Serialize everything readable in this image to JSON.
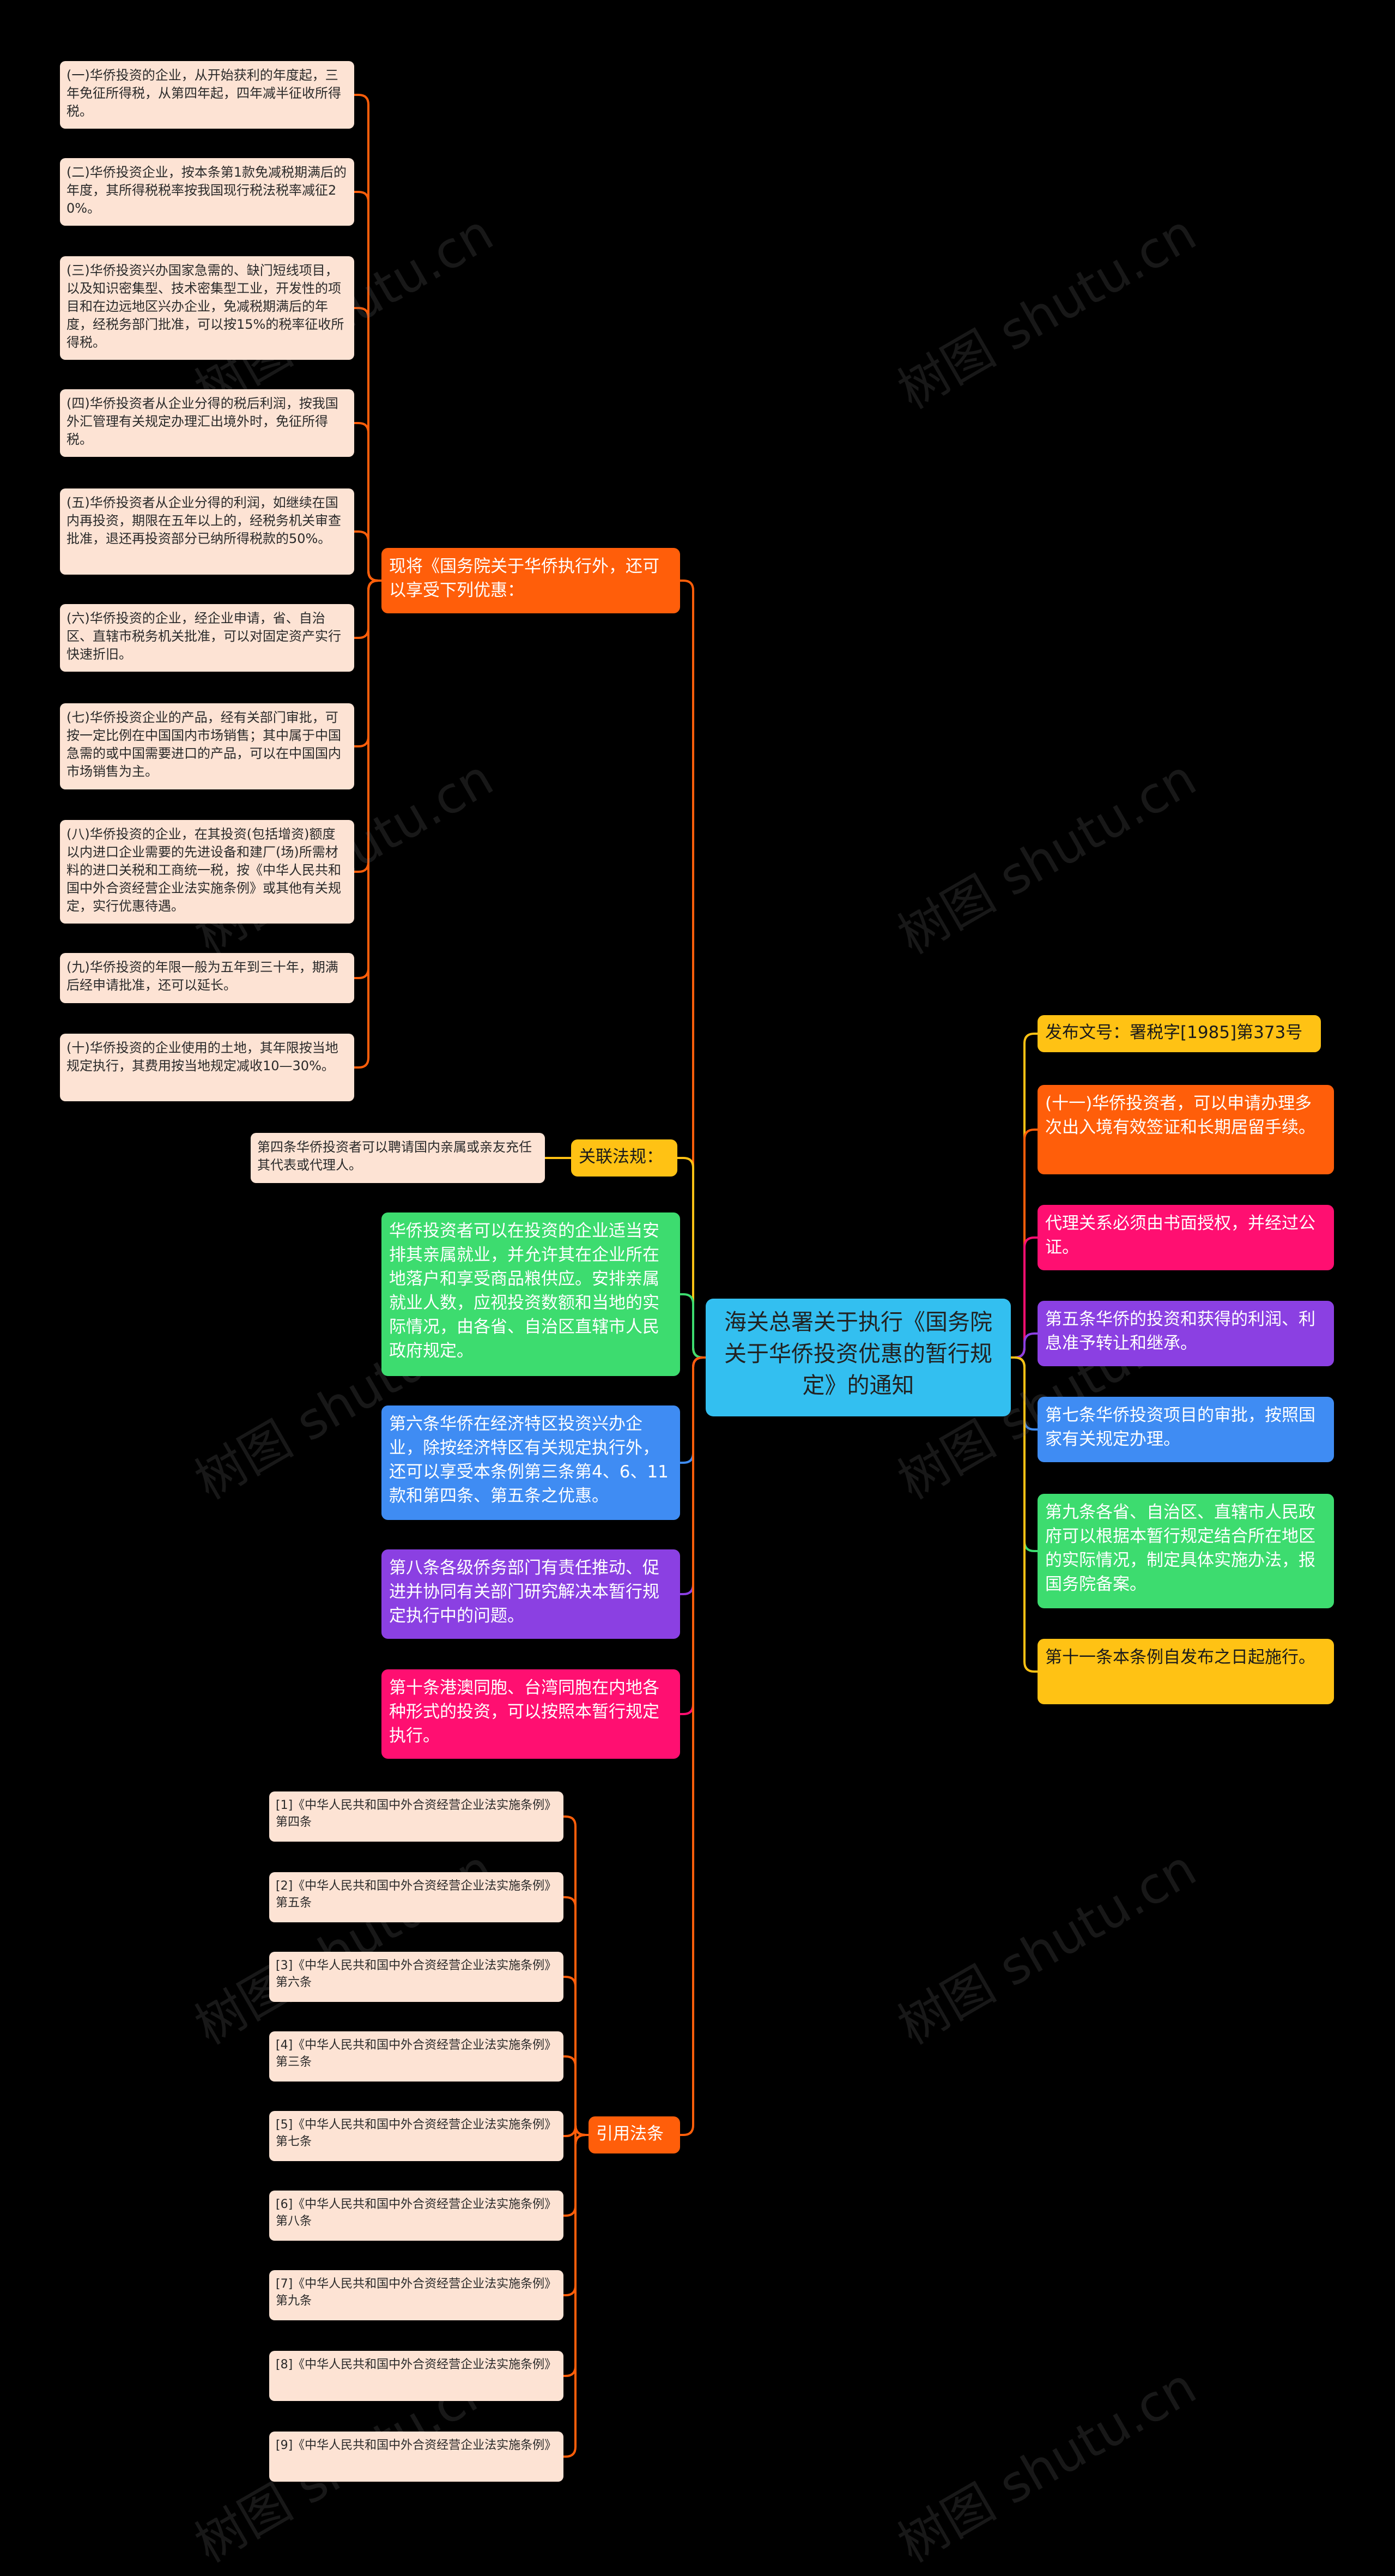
{
  "center": {
    "title": "海关总署关于执行《国务院关于华侨投资优惠的暂行规定》的通知",
    "color": "#33bff0"
  },
  "left": {
    "preferential": {
      "label": "现将《国务院关于华侨执行外，还可以享受下列优惠：",
      "color": "#ff5e0a",
      "items": [
        "(一)华侨投资的企业，从开始获利的年度起，三年免征所得税，从第四年起，四年减半征收所得税。",
        "(二)华侨投资企业，按本条第1款免减税期满后的年度，其所得税税率按我国现行税法税率减征20%。",
        "(三)华侨投资兴办国家急需的、缺门短线项目，以及知识密集型、技术密集型工业，开发性的项目和在边远地区兴办企业，免减税期满后的年度，经税务部门批准，可以按15%的税率征收所得税。",
        "(四)华侨投资者从企业分得的税后利润，按我国外汇管理有关规定办理汇出境外时，免征所得税。",
        "(五)华侨投资者从企业分得的利润，如继续在国内再投资，期限在五年以上的，经税务机关审查批准，退还再投资部分已纳所得税款的50%。",
        "(六)华侨投资的企业，经企业申请，省、自治区、直辖市税务机关批准，可以对固定资产实行快速折旧。",
        "(七)华侨投资企业的产品，经有关部门审批，可按一定比例在中国国内市场销售；其中属于中国急需的或中国需要进口的产品，可以在中国国内市场销售为主。",
        "(八)华侨投资的企业，在其投资(包括增资)额度以内进口企业需要的先进设备和建厂(场)所需材料的进口关税和工商统一税，按《中华人民共和国中外合资经营企业法实施条例》或其他有关规定，实行优惠待遇。",
        "(九)华侨投资的年限一般为五年到三十年，期满后经申请批准，还可以延长。",
        "(十)华侨投资的企业使用的土地，其年限按当地规定执行，其费用按当地规定减收10—30%。"
      ]
    },
    "related": {
      "label": "关联法规：",
      "color": "#ffc214",
      "items": [
        "第四条华侨投资者可以聘请国内亲属或亲友充任其代表或代理人。"
      ]
    },
    "direct": [
      {
        "text": "华侨投资者可以在投资的企业适当安排其亲属就业，并允许其在企业所在地落户和享受商品粮供应。安排亲属就业人数，应视投资数额和当地的实际情况，由各省、自治区直辖市人民政府规定。",
        "color": "#3ddc6f"
      },
      {
        "text": "第六条华侨在经济特区投资兴办企业，除按经济特区有关规定执行外，还可以享受本条例第三条第4、6、11款和第四条、第五条之优惠。",
        "color": "#3f8cf3"
      },
      {
        "text": "第八条各级侨务部门有责任推动、促进并协同有关部门研究解决本暂行规定执行中的问题。",
        "color": "#8b40e2"
      },
      {
        "text": "第十条港澳同胞、台湾同胞在内地各种形式的投资，可以按照本暂行规定执行。",
        "color": "#ff0f71"
      }
    ],
    "citations": {
      "label": "引用法条",
      "color": "#ff5e0a",
      "items": [
        "[1]《中华人民共和国中外合资经营企业法实施条例》 第四条",
        "[2]《中华人民共和国中外合资经营企业法实施条例》 第五条",
        "[3]《中华人民共和国中外合资经营企业法实施条例》 第六条",
        "[4]《中华人民共和国中外合资经营企业法实施条例》 第三条",
        "[5]《中华人民共和国中外合资经营企业法实施条例》 第七条",
        "[6]《中华人民共和国中外合资经营企业法实施条例》 第八条",
        "[7]《中华人民共和国中外合资经营企业法实施条例》 第九条",
        "[8]《中华人民共和国中外合资经营企业法实施条例》",
        "[9]《中华人民共和国中外合资经营企业法实施条例》"
      ]
    }
  },
  "right": [
    {
      "text": "发布文号：署税字[1985]第373号",
      "color": "#ffc214"
    },
    {
      "text": "(十一)华侨投资者，可以申请办理多次出入境有效签证和长期居留手续。",
      "color": "#ff5e0a"
    },
    {
      "text": "代理关系必须由书面授权，并经过公证。",
      "color": "#ff0f71"
    },
    {
      "text": "第五条华侨的投资和获得的利润、利息准予转让和继承。",
      "color": "#8b40e2"
    },
    {
      "text": "第七条华侨投资项目的审批，按照国家有关规定办理。",
      "color": "#3f8cf3"
    },
    {
      "text": "第九条各省、自治区、直辖市人民政府可以根据本暂行规定结合所在地区的实际情况，制定具体实施办法，报国务院备案。",
      "color": "#3ddc6f"
    },
    {
      "text": "第十一条本条例自发布之日起施行。",
      "color": "#ffc214"
    }
  ],
  "watermark": "树图 shutu.cn"
}
